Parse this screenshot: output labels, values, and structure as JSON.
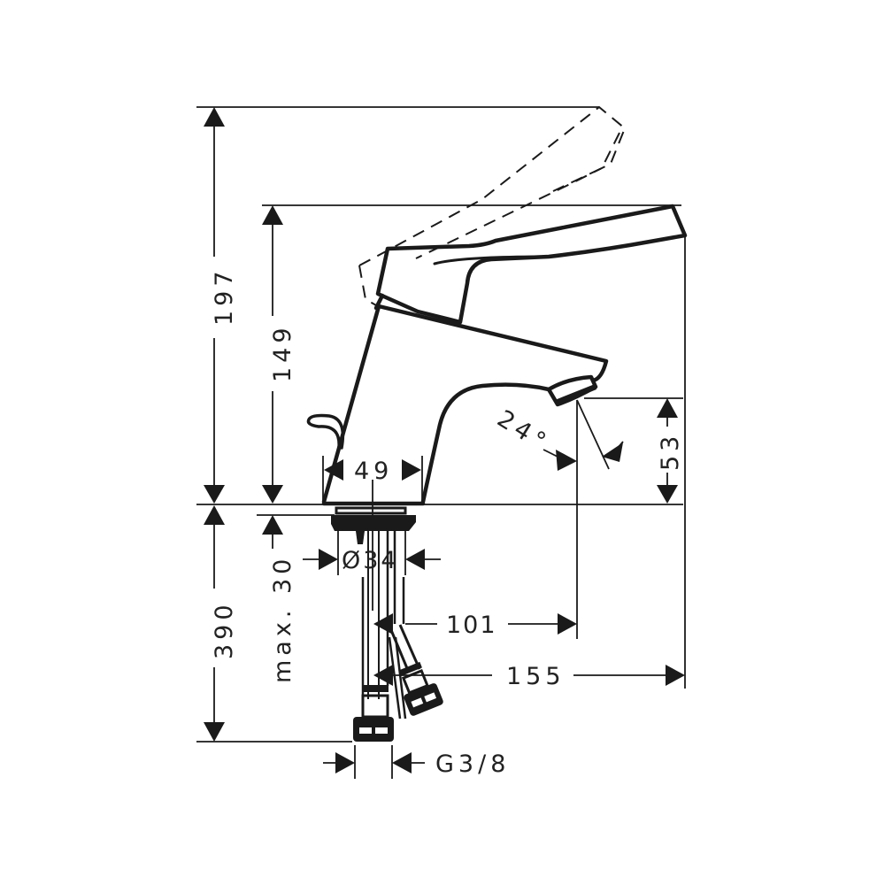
{
  "drawing": {
    "subject": "Single-lever basin mixer faucet — side elevation technical dimension drawing",
    "colors": {
      "line": "#1a1a1a",
      "text": "#222222",
      "background": "#ffffff"
    },
    "dimensions": {
      "total_height_lever_raised": "197",
      "height_to_lever": "149",
      "base_width": "49",
      "spout_outlet_height": "53",
      "spray_angle": "24°",
      "shank_diameter": "Ø34",
      "max_counter_thickness": "max. 30",
      "hose_length": "390",
      "spout_reach": "101",
      "total_depth": "155",
      "connection_thread": "G3/8"
    }
  }
}
